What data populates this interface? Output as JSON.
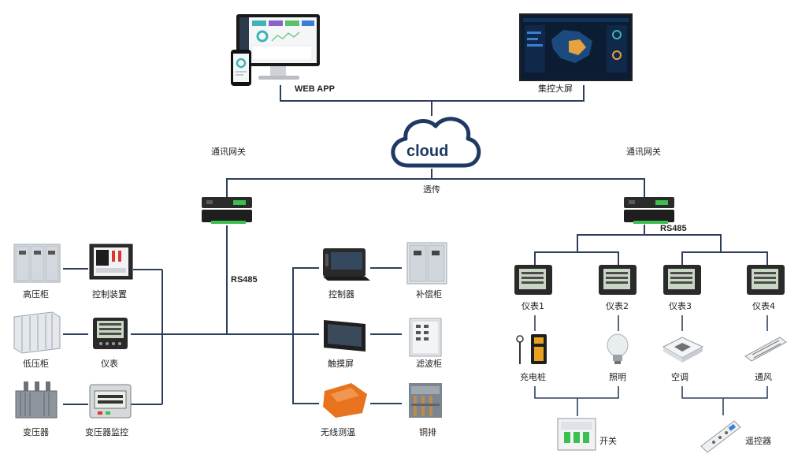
{
  "top": {
    "web_app_label": "WEB APP",
    "big_screen_label": "集控大屏"
  },
  "cloud": {
    "label": "cloud"
  },
  "gateways": {
    "left_label": "通讯网关",
    "right_label": "通讯网关",
    "transparent_label": "透传"
  },
  "bus": {
    "left_rs485": "RS485",
    "right_rs485": "RS485"
  },
  "left_devices": {
    "high_voltage_cabinet": "高压柜",
    "control_device": "控制装置",
    "low_voltage_cabinet": "低压柜",
    "meter": "仪表",
    "transformer": "变压器",
    "transformer_monitor": "变压器监控"
  },
  "middle_devices": {
    "controller": "控制器",
    "compensation_cabinet": "补偿柜",
    "touch_screen": "触摸屏",
    "filter_cabinet": "滤波柜",
    "wireless_temp": "无线测温",
    "copper_bar": "铜排"
  },
  "right_devices": {
    "meter1": "仪表1",
    "meter2": "仪表2",
    "meter3": "仪表3",
    "meter4": "仪表4",
    "charging_pile": "充电桩",
    "lighting": "照明",
    "air_conditioner": "空调",
    "ventilation": "通风",
    "switch": "开关",
    "remote_control": "遥控器"
  },
  "colors": {
    "wire": "#2e3f5e",
    "cloud": "#1e3a63",
    "device_dark": "#2b2b2b",
    "cabinet_gray": "#c8cfd6",
    "orange": "#e8731f"
  }
}
